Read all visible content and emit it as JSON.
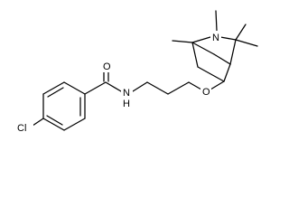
{
  "structure": {
    "atom_labels": {
      "chlorine": "Cl",
      "carbonyl_oxygen": "O",
      "amide_nitrogen": "N",
      "amide_hydrogen": "H",
      "ether_oxygen": "O",
      "bridge_nitrogen": "N"
    }
  }
}
